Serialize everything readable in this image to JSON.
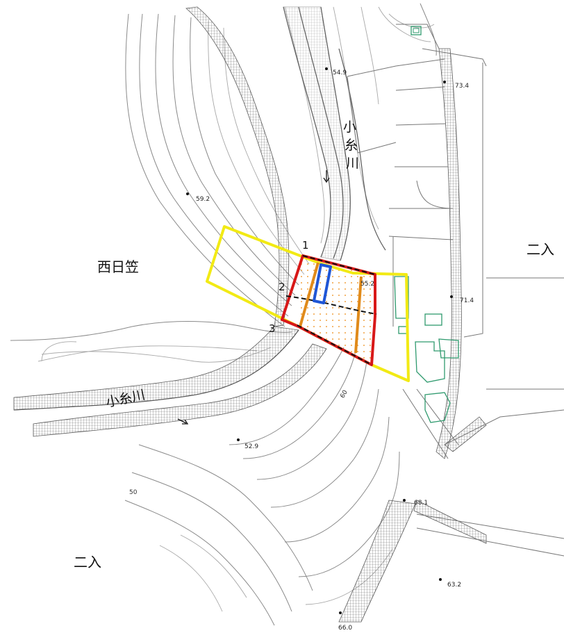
{
  "places": {
    "nishihigasa": "西日笠",
    "futairi_right": "二入",
    "futairi_left": "二入"
  },
  "rivers": {
    "vertical_name_chars": [
      "小",
      "糸",
      "川"
    ],
    "horizontal_name": "小糸川"
  },
  "spot_heights": {
    "h1": "54.9",
    "h2": "73.4",
    "h3": "59.2",
    "h4": "55.2",
    "h5": "71.4",
    "h6": "52.9",
    "h7": "68.1",
    "h8": "63.2",
    "h9": "66.0"
  },
  "contour_values": {
    "c60": "60",
    "c50": "50"
  },
  "section_numbers": {
    "s1": "1",
    "s2": "2",
    "s3": "3"
  },
  "colors": {
    "study_area": "#f2ea14",
    "section_boundary": "#d81818",
    "inner_line": "#e08a1a",
    "channel_box": "#1f56d6",
    "buildings": "#2f9a6e",
    "contours": "#8a8a8a"
  },
  "icons": {
    "flow_arrow_upper": "down-arrow",
    "flow_arrow_lower": "right-down-arrow"
  }
}
